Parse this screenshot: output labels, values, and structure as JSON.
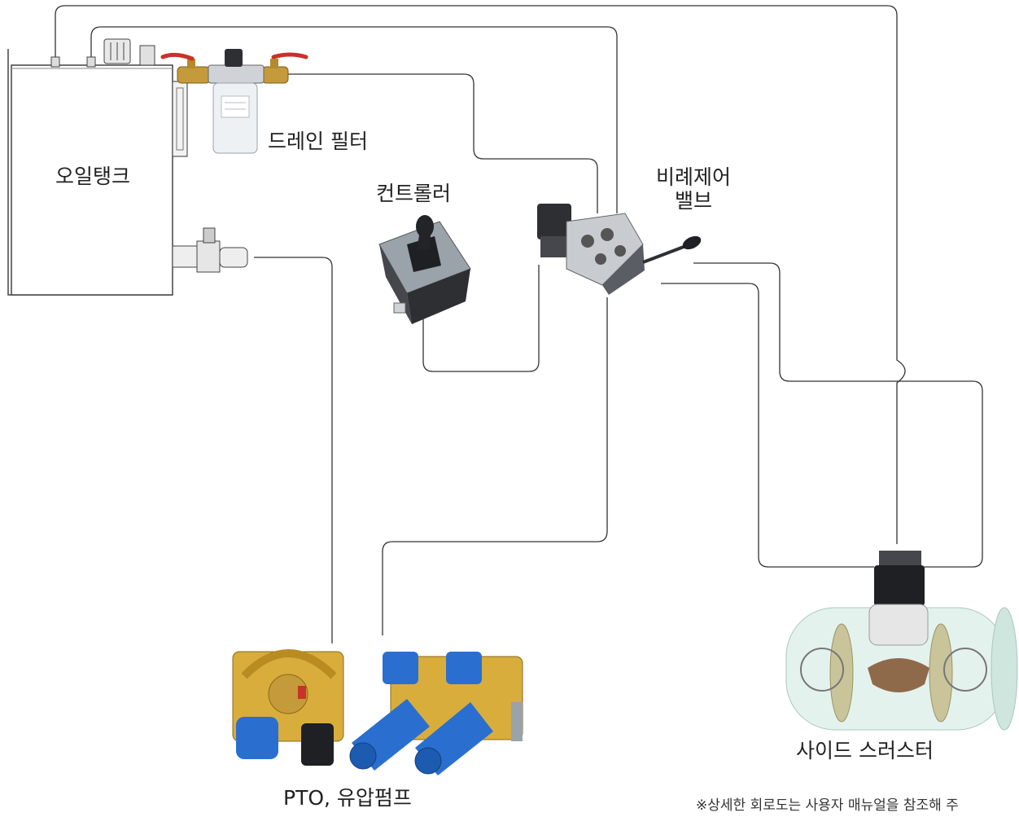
{
  "labels": {
    "oil_tank": "오일탱크",
    "drain_filter": "드레인 필터",
    "controller": "컨트롤러",
    "proportional_valve_line1": "비례제어",
    "proportional_valve_line2": "밸브",
    "pto_pump": "PTO, 유압펌프",
    "side_thruster": "사이드 스러스터",
    "footnote": "※상세한 회로도는 사용자 매뉴얼을 참조해 주"
  },
  "colors": {
    "line": "#333333",
    "tank_outline": "#444444",
    "brass": "#c49a3a",
    "valve_red": "#c8322a",
    "pump_yellow": "#d8ad3c",
    "pump_blue": "#2a6fd0",
    "steel": "#9aa2aa",
    "dark_steel": "#2e2f33",
    "filter_white": "#eef1f4",
    "thruster_tunnel": "#dbeee8",
    "propeller": "#c9c49a"
  },
  "components": [
    "oil-tank",
    "drain-filter",
    "ball-valves",
    "joystick-controller",
    "proportional-control-valve",
    "pto-hydraulic-pumps",
    "side-thruster"
  ]
}
